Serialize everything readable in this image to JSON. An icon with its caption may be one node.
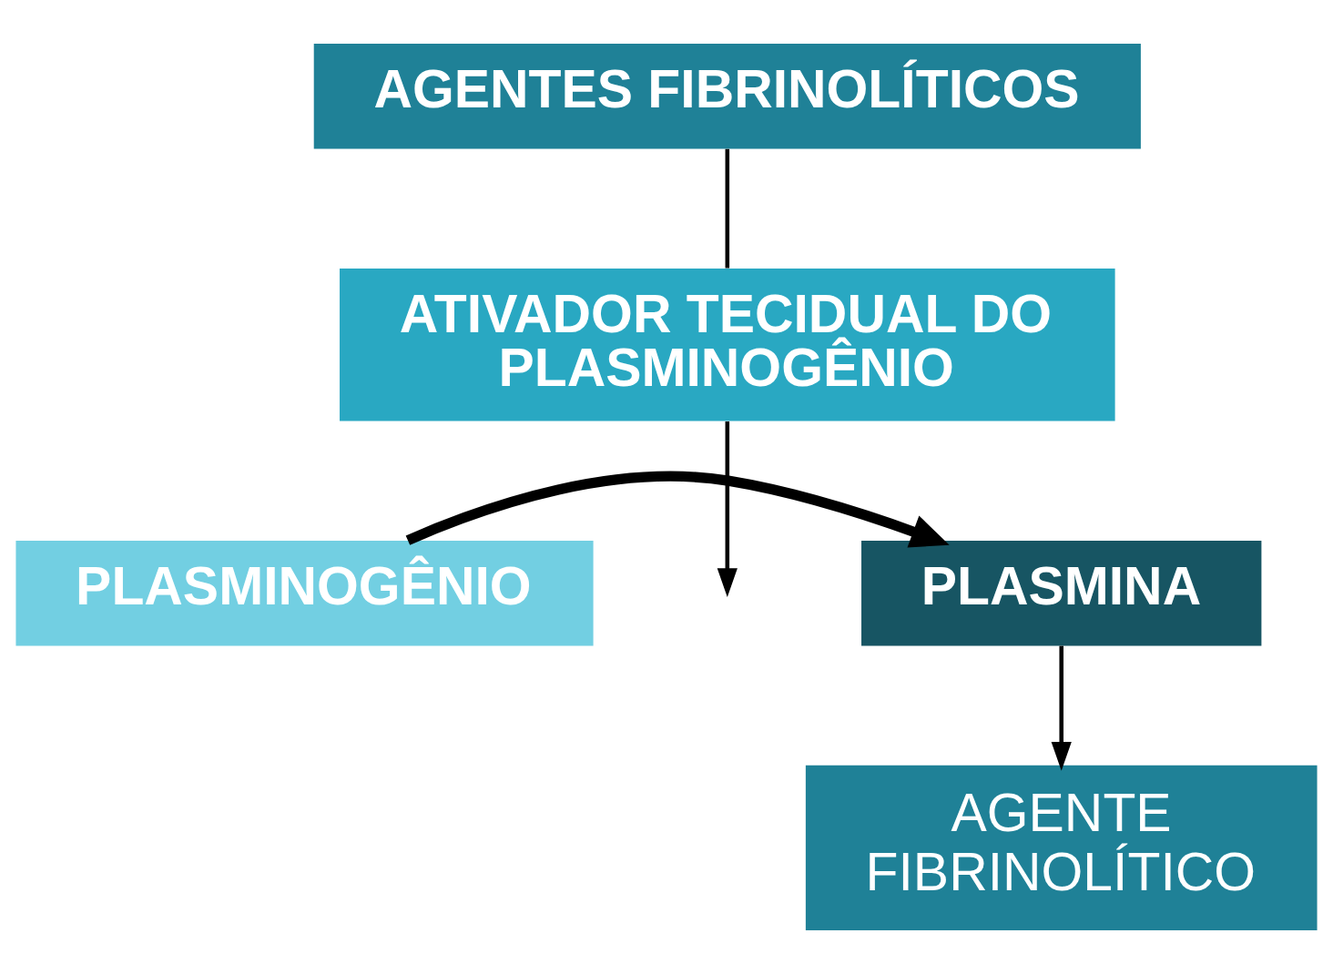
{
  "diagram": {
    "nodes": [
      {
        "text": [
          "AGENTES FIBRINOLÍTICOS"
        ]
      },
      {
        "text": [
          "ATIVADOR TECIDUAL DO PLASMINOGÊNIO"
        ]
      },
      {
        "text": [
          "PLASMINOGÊNIO"
        ]
      },
      {
        "text": [
          "PLASMINA"
        ]
      },
      {
        "text": [
          "AGENTE FIBRINOLÍTICO"
        ]
      }
    ],
    "edges": [
      {
        "from": 0,
        "to": 1,
        "arrow": "none"
      },
      {
        "from": 1,
        "to": null,
        "arrow": "to"
      },
      {
        "from": 2,
        "to": 3,
        "arrow": "to",
        "style": "thick"
      },
      {
        "from": 3,
        "to": 4,
        "arrow": "to"
      }
    ]
  }
}
